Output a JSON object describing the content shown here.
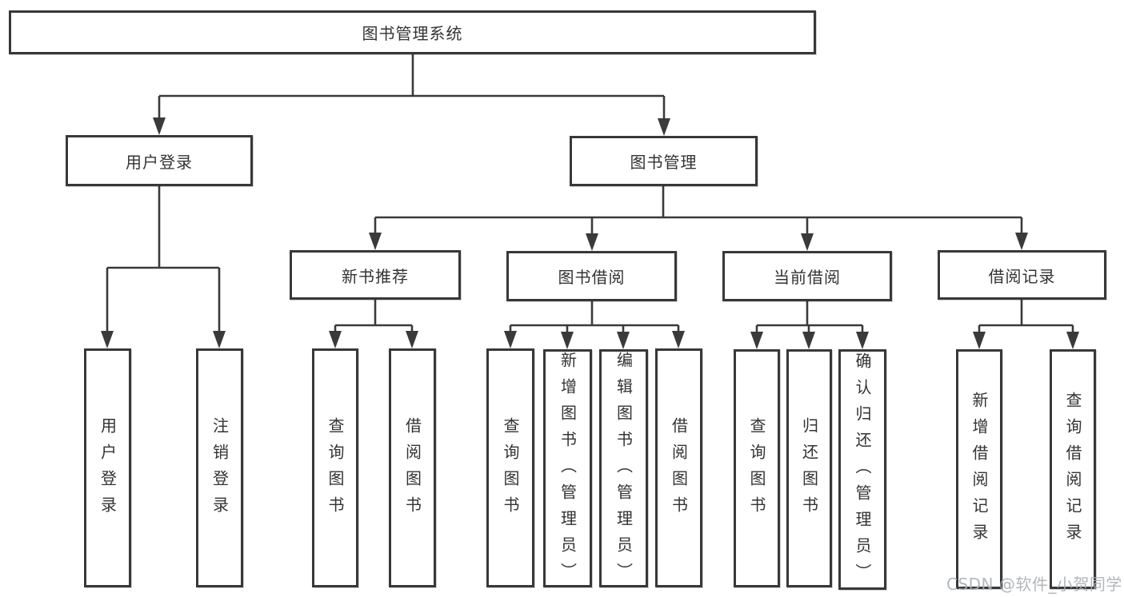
{
  "diagram": {
    "root": {
      "label": "图书管理系统"
    },
    "level2": [
      {
        "id": "user-login",
        "label": "用户登录"
      },
      {
        "id": "book-management",
        "label": "图书管理"
      }
    ],
    "level3": [
      {
        "id": "new-book-recommend",
        "label": "新书推荐",
        "parent": "book-management"
      },
      {
        "id": "book-borrowing",
        "label": "图书借阅",
        "parent": "book-management"
      },
      {
        "id": "current-borrowing",
        "label": "当前借阅",
        "parent": "book-management"
      },
      {
        "id": "borrowing-records",
        "label": "借阅记录",
        "parent": "book-management"
      }
    ],
    "leaves": [
      {
        "parent": "user-login",
        "label": "用户登录"
      },
      {
        "parent": "user-login",
        "label": "注销登录"
      },
      {
        "parent": "new-book-recommend",
        "label": "查询图书"
      },
      {
        "parent": "new-book-recommend",
        "label": "借阅图书"
      },
      {
        "parent": "book-borrowing",
        "label": "查询图书"
      },
      {
        "parent": "book-borrowing",
        "label": "新增图书（管理员）"
      },
      {
        "parent": "book-borrowing",
        "label": "编辑图书（管理员）"
      },
      {
        "parent": "book-borrowing",
        "label": "借阅图书"
      },
      {
        "parent": "current-borrowing",
        "label": "查询图书"
      },
      {
        "parent": "current-borrowing",
        "label": "归还图书"
      },
      {
        "parent": "current-borrowing",
        "label": "确认归还（管理员）"
      },
      {
        "parent": "borrowing-records",
        "label": "新增借阅记录"
      },
      {
        "parent": "borrowing-records",
        "label": "查询借阅记录"
      }
    ],
    "watermark": "CSDN @软件_小贺同学",
    "colors": {
      "line": "#3a3a3a",
      "box_border": "#383838",
      "box_fill": "#ffffff",
      "text": "#333333",
      "watermark": "#aab0b5"
    }
  }
}
